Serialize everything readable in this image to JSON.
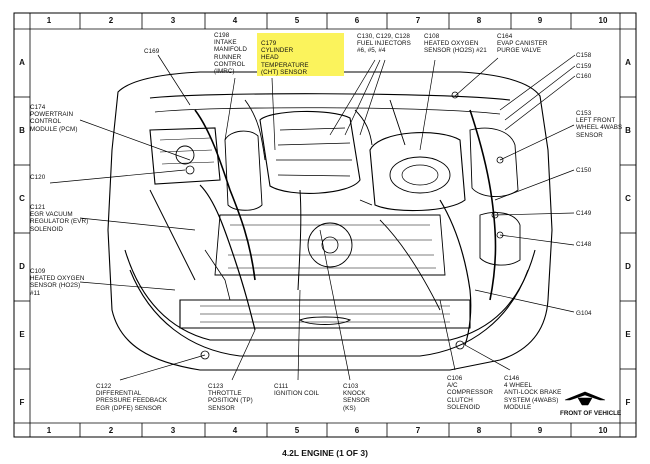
{
  "columns": [
    "1",
    "2",
    "3",
    "4",
    "5",
    "6",
    "7",
    "8",
    "9",
    "10"
  ],
  "rows": [
    "A",
    "B",
    "C",
    "D",
    "E",
    "F"
  ],
  "title": "4.2L ENGINE (1 OF 3)",
  "front_of_vehicle": "FRONT OF VEHICLE",
  "highlight_color": "#fbf35c",
  "labels": {
    "c169": "C169",
    "c198": "C198\nINTAKE\nMANIFOLD\nRUNNER\nCONTROL\n(IMRC)",
    "c179": "C179\nCYLINDER\nHEAD\nTEMPERATURE\n(CHT) SENSOR",
    "c130": "C130, C129, C128\nFUEL INJECTORS\n#6, #5, #4",
    "c108": "C108\nHEATED OXYGEN\nSENSOR (HO2S) #21",
    "c164": "C164\nEVAP CANISTER\nPURGE VALVE",
    "c158": "C158",
    "c159": "C159",
    "c160": "C160",
    "c174": "C174\nPOWERTRAIN\nCONTROL\nMODULE (PCM)",
    "c153": "C153\nLEFT FRONT\nWHEEL 4WABS\nSENSOR",
    "c120": "C120",
    "c150": "C150",
    "c121": "C121\nEGR VACUUM\nREGULATOR (EVR)\nSOLENOID",
    "c149": "C149",
    "c148": "C148",
    "c109": "C109\nHEATED OXYGEN\nSENSOR (HO2S)\n#11",
    "g104": "G104",
    "c122": "C122\nDIFFERENTIAL\nPRESSURE FEEDBACK\nEGR (DPFE) SENSOR",
    "c123": "C123\nTHROTTLE\nPOSITION (TP)\nSENSOR",
    "c111": "C111\nIGNITION COIL",
    "c103": "C103\nKNOCK\nSENSOR\n(KS)",
    "c106": "C106\nA/C\nCOMPRESSOR\nCLUTCH\nSOLENOID",
    "c146": "C146\n4 WHEEL\nANTI-LOCK BRAKE\nSYSTEM (4WABS)\nMODULE"
  }
}
